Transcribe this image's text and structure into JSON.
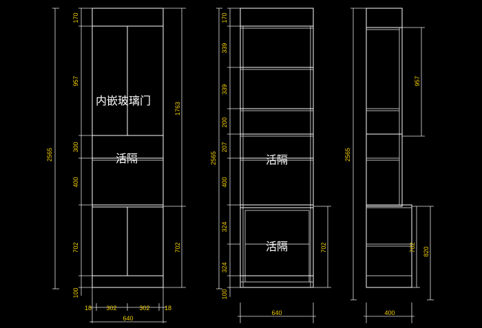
{
  "colors": {
    "background": "#000000",
    "lines": "#ffffff",
    "dimension_text": "#f5d000"
  },
  "labels": {
    "inlay_glass_door": "内嵌玻璃门",
    "movable_partition_front": "活隔",
    "movable_partition_mid_upper": "活隔",
    "movable_partition_mid_lower": "活隔"
  },
  "dims": {
    "front_170": "170",
    "front_957": "957",
    "front_300": "300",
    "front_400": "400",
    "front_702": "702",
    "front_100": "100",
    "front_total": "2565",
    "front_right": "1763",
    "front_right_702": "702",
    "front_w18a": "18",
    "front_w302a": "302",
    "front_w302b": "302",
    "front_w18b": "18",
    "front_w640": "640",
    "mid_170": "170",
    "mid_339a": "339",
    "mid_339b": "339",
    "mid_200": "200",
    "mid_207": "207",
    "mid_400": "400",
    "mid_324a": "324",
    "mid_324b": "324",
    "mid_100": "100",
    "mid_total": "2565",
    "mid_right_702": "702",
    "mid_w640": "640",
    "side_957": "957",
    "side_total": "2565",
    "side_702": "702",
    "side_820": "820",
    "side_w400": "400"
  }
}
